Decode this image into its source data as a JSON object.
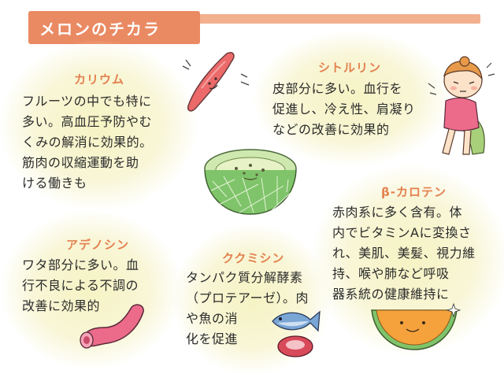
{
  "header": {
    "title": "メロンのチカラ"
  },
  "sections": {
    "kalium": {
      "title": "カリウム",
      "body": "フルーツの中でも特に\n多い。高血圧予防やむ\nくみの解消に効果的。\n筋肉の収縮運動を助\nける働きも"
    },
    "citrulline": {
      "title": "シトルリン",
      "body": "皮部分に多い。血行を\n促進し、冷え性、肩凝り\nなどの改善に効果的"
    },
    "adenosine": {
      "title": "アデノシン",
      "body": "ワタ部分に多い。血\n行不良による不調の\n改善に効果的"
    },
    "cucumisin": {
      "title": "ククミシン",
      "body": "タンパク質分解酵素\n（プロテアーゼ）。肉\nや魚の消\n化を促進"
    },
    "betacarotene": {
      "title": "β-カロテン",
      "body": "赤肉系に多く含有。体\n内でビタミンAに変換さ\nれ、美肌、美髪、視力維\n持、喉や肺など呼吸\n器系統の健康維持に"
    }
  },
  "colors": {
    "accent": "#ea8a63",
    "accent_light": "#f2b08e",
    "title_text": "#e4804f",
    "body_text": "#2b2b2b",
    "glow": "#f6f3c4",
    "melon_green": "#7fc46a",
    "melon_orange": "#f5a23c"
  },
  "icons": {
    "muscle": "muscle-icon",
    "melon_half": "melon-half-icon",
    "girl": "girl-cold-icon",
    "vessel": "blood-vessel-icon",
    "fish": "fish-icon",
    "meat": "meat-icon",
    "melon_slice": "melon-slice-icon"
  }
}
